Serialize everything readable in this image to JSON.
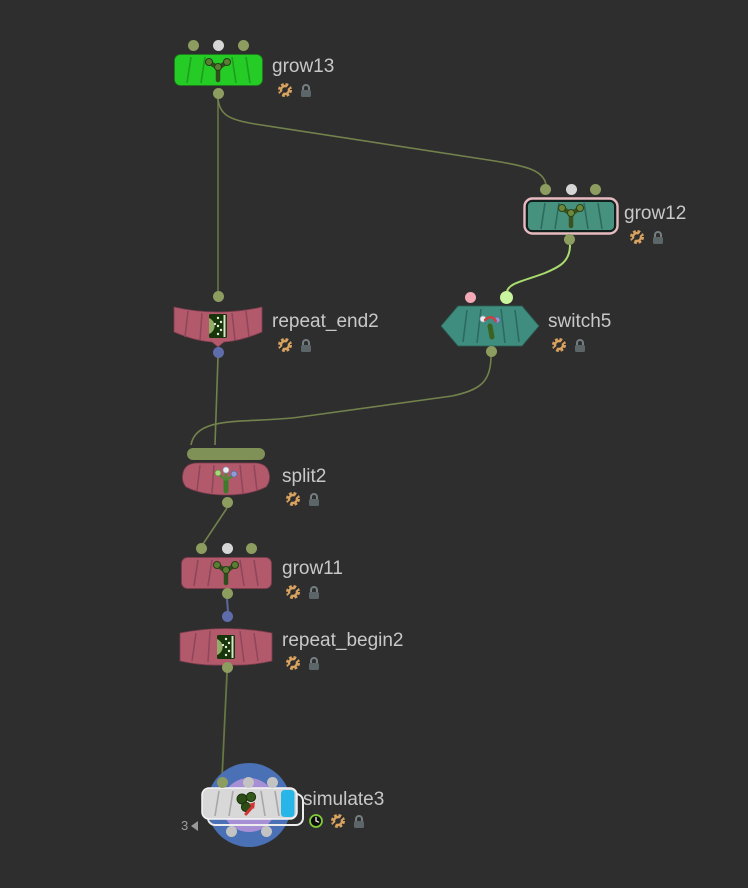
{
  "editor": {
    "type": "node-network-editor",
    "background": "#2e2e2e"
  },
  "nodes": [
    {
      "name": "grow13",
      "label": "grow13",
      "type": "grow",
      "body_color": "#25cc25",
      "selected": false,
      "inputs": [
        "olive",
        "white",
        "olive"
      ],
      "outputs": [
        "olive"
      ],
      "flags": [
        "gear-icon",
        "lock-icon"
      ]
    },
    {
      "name": "grow12",
      "label": "grow12",
      "type": "grow",
      "body_color": "#47917f",
      "selected": true,
      "border_color": "#e7bbbf",
      "inputs": [
        "olive",
        "white",
        "olive"
      ],
      "outputs": [
        "olive"
      ],
      "flags": [
        "gear-icon",
        "lock-icon"
      ]
    },
    {
      "name": "repeat_end2",
      "label": "repeat_end2",
      "type": "repeat-end",
      "body_color": "#b2596c",
      "selected": false,
      "inputs": [
        "olive"
      ],
      "outputs": [
        "blue"
      ],
      "flags": [
        "gear-icon",
        "lock-icon"
      ]
    },
    {
      "name": "switch5",
      "label": "switch5",
      "type": "switch",
      "body_color": "#3f8d7e",
      "selected": false,
      "inputs": [
        "pink",
        "bright-green"
      ],
      "outputs": [
        "olive"
      ],
      "flags": [
        "gear-icon",
        "lock-icon"
      ]
    },
    {
      "name": "split2",
      "label": "split2",
      "type": "split",
      "body_color": "#b2596c",
      "selected": false,
      "input_bar_color": "#7f9156",
      "outputs": [
        "olive"
      ],
      "flags": [
        "gear-icon",
        "lock-icon"
      ]
    },
    {
      "name": "grow11",
      "label": "grow11",
      "type": "grow",
      "body_color": "#b2596c",
      "selected": false,
      "inputs": [
        "olive",
        "white",
        "olive"
      ],
      "outputs": [
        "olive"
      ],
      "flags": [
        "gear-icon",
        "lock-icon"
      ]
    },
    {
      "name": "repeat_begin2",
      "label": "repeat_begin2",
      "type": "repeat-begin",
      "body_color": "#b2596c",
      "selected": false,
      "inputs": [
        "blue"
      ],
      "outputs": [
        "olive"
      ],
      "flags": [
        "gear-icon",
        "lock-icon"
      ]
    },
    {
      "name": "simulate3",
      "label": "simulate3",
      "type": "simulate",
      "body_color": "#d8d8d8",
      "selected": false,
      "loop_count": "3",
      "ring_color": "#4a70b5",
      "inner_circle_color": "#a78fd6",
      "accent_color": "#28b6e9",
      "inputs": [
        "olive",
        "gray",
        "gray"
      ],
      "outputs": [
        "gray",
        "gray"
      ],
      "flags": [
        "clock-icon",
        "gear-icon",
        "lock-icon"
      ]
    }
  ],
  "edges": [
    {
      "from": "grow13",
      "to": "repeat_end2",
      "color": "#667744"
    },
    {
      "from": "grow13",
      "to": "grow12",
      "color": "#72824c"
    },
    {
      "from": "grow12",
      "to": "switch5",
      "color": "#a8dc6e"
    },
    {
      "from": "switch5",
      "to": "split2",
      "color": "#72824c"
    },
    {
      "from": "repeat_end2",
      "to": "split2",
      "color": "#72824c"
    },
    {
      "from": "split2",
      "to": "grow11",
      "color": "#72824c"
    },
    {
      "from": "grow11",
      "to": "repeat_begin2",
      "color": "#5b689b"
    },
    {
      "from": "repeat_begin2",
      "to": "simulate3",
      "color": "#667744"
    }
  ],
  "palette": {
    "wire_olive": "#72824c",
    "wire_bright": "#a8dc6e",
    "wire_blue": "#5b689b",
    "dot_olive": "#8d9c5f",
    "dot_white": "#d6d6d6",
    "dot_blue": "#5e6cab",
    "dot_pink": "#f3aab6",
    "dot_bright_green": "#c8f59d",
    "label_color": "#c8c8c8",
    "gear_badge": "#d9a35f",
    "lock_badge": "#5c6669"
  }
}
